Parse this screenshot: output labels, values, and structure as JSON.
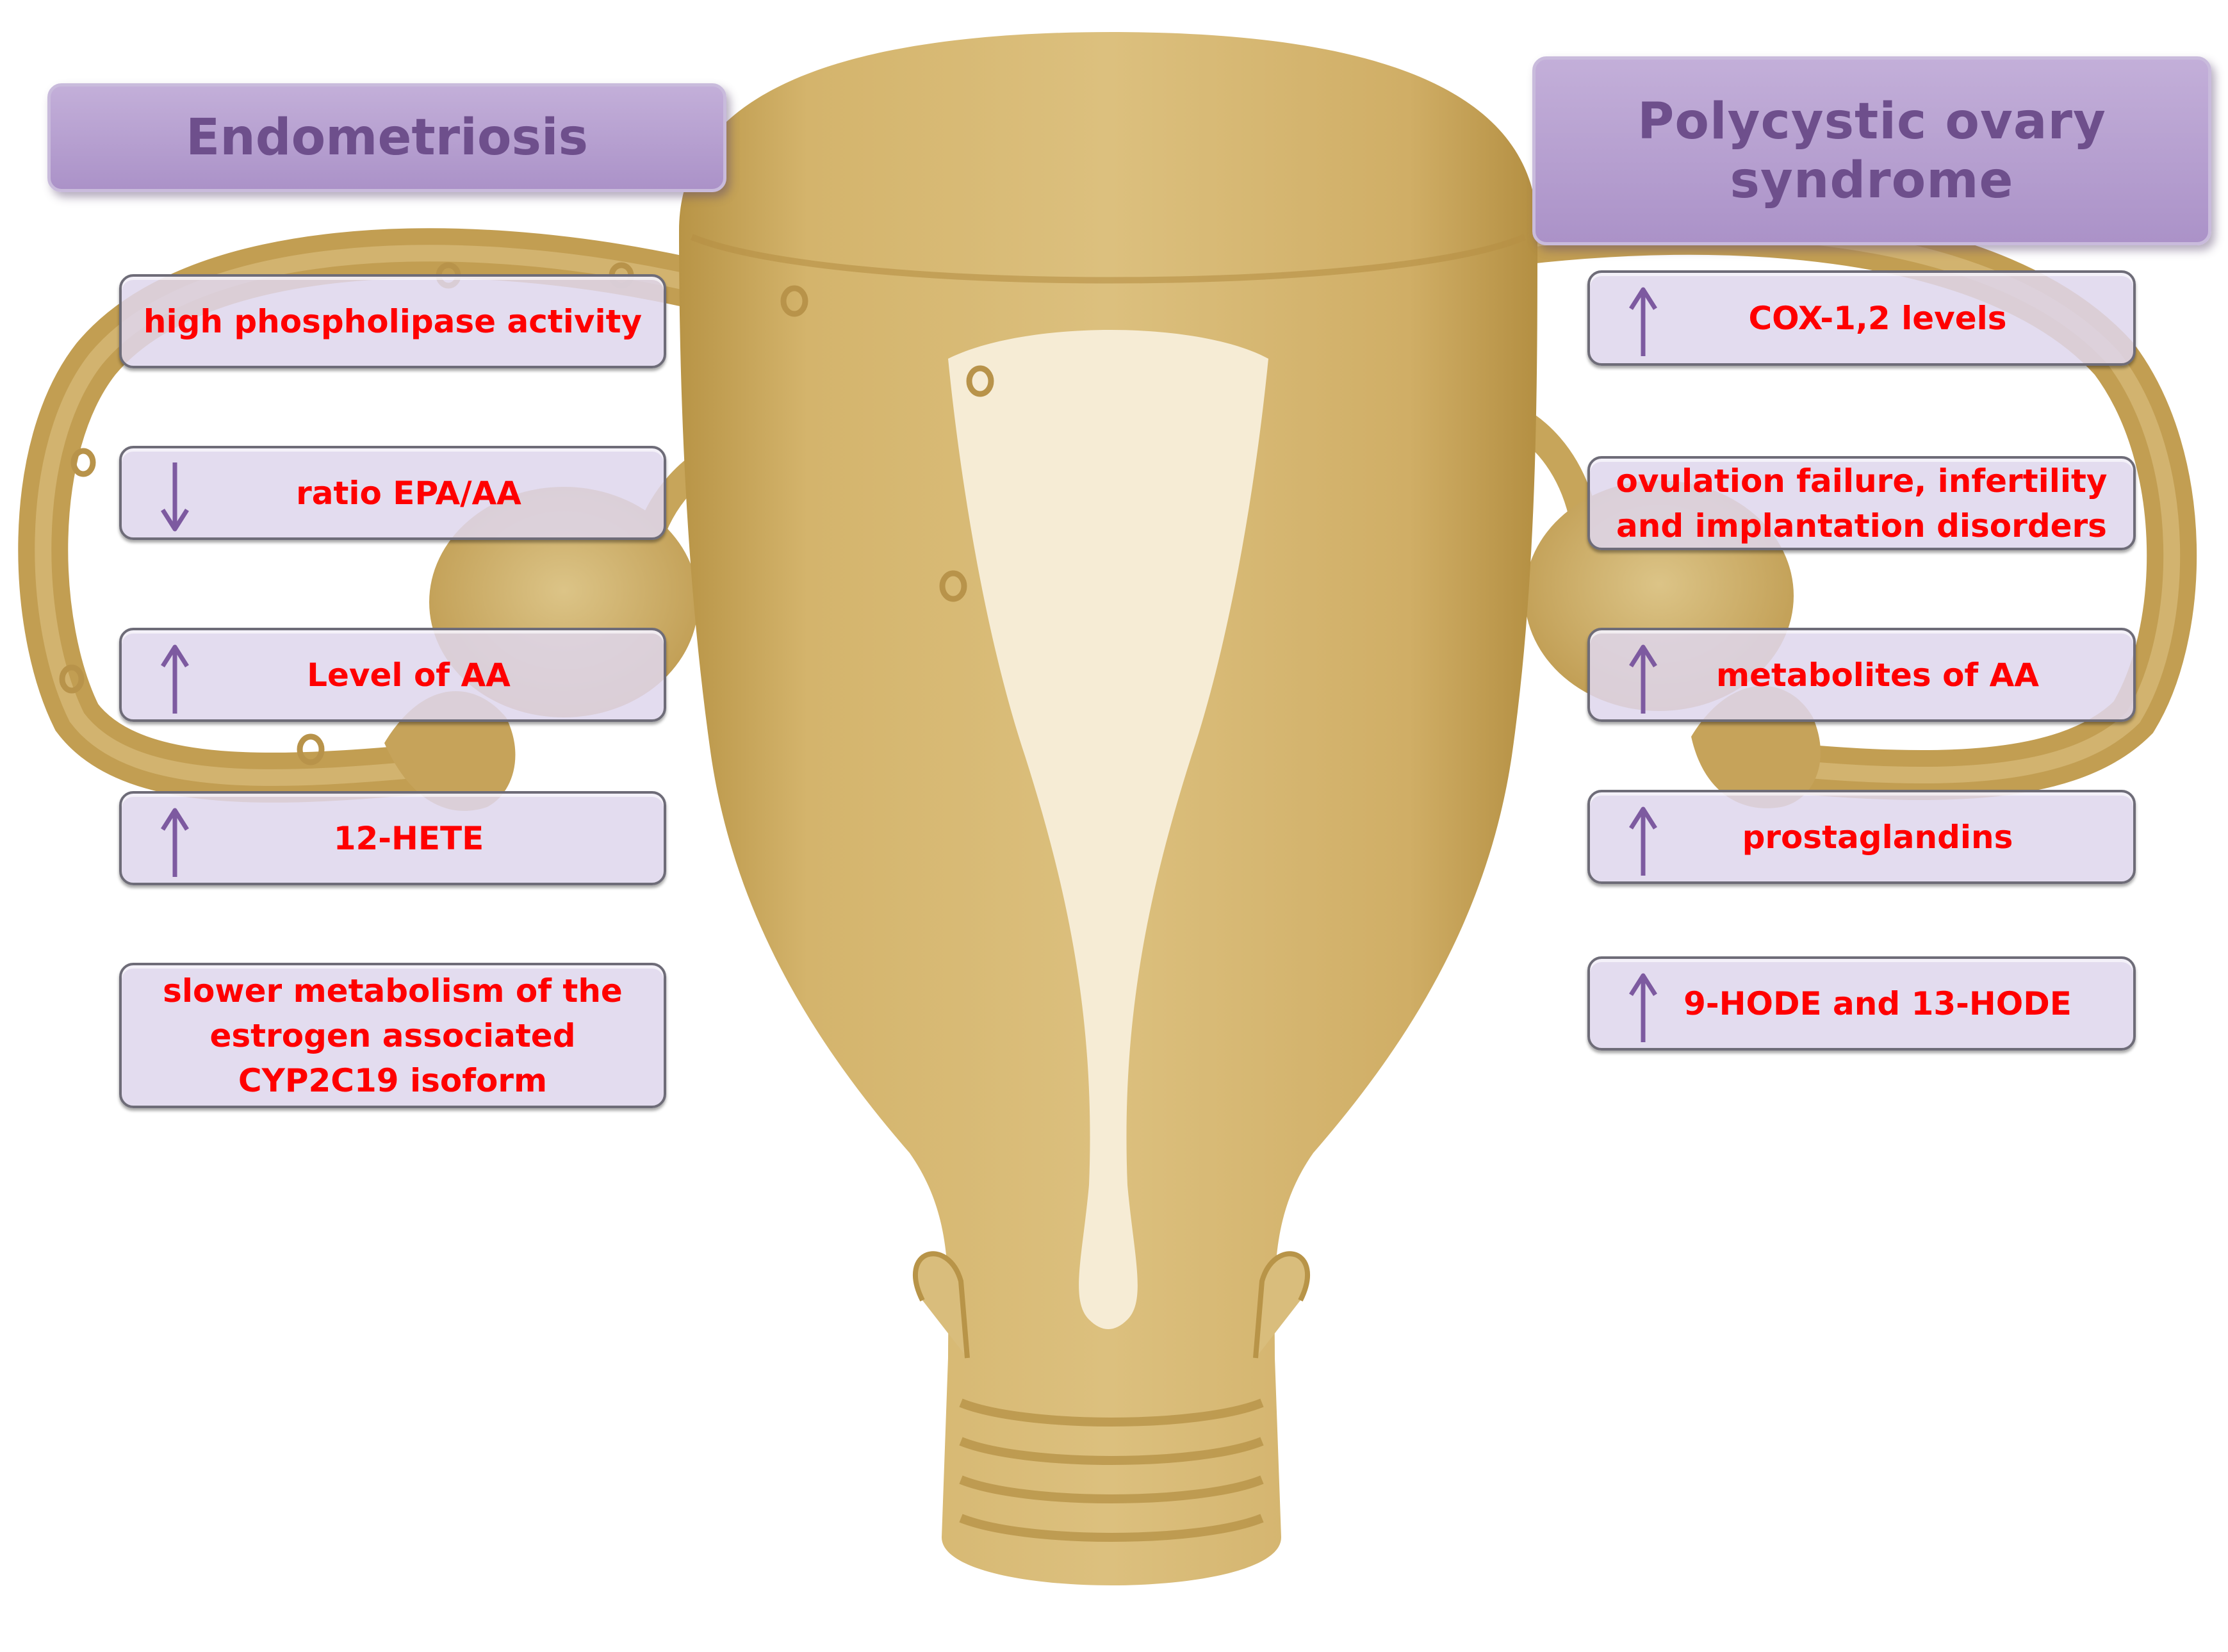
{
  "colors": {
    "anatomy": "#c7a55a",
    "anatomy_light": "#d6b876",
    "cavity": "#f5ead2",
    "header_fill": "#b8a1d3",
    "header_text": "#6e4f8c",
    "box_fill": "#ded6ec",
    "label_text": "#ff0000",
    "arrow": "#7d5aa0"
  },
  "endometriosis": {
    "title": "Endometriosis",
    "items": [
      {
        "label": "high phospholipase activity",
        "arrow": "none"
      },
      {
        "label": "ratio EPA/AA",
        "arrow": "down"
      },
      {
        "label": "Level of AA",
        "arrow": "up"
      },
      {
        "label": "12-HETE",
        "arrow": "up"
      },
      {
        "label": "slower metabolism of the\nestrogen associated\nCYP2C19  isoform",
        "arrow": "none"
      }
    ]
  },
  "pcos": {
    "title": "Polycystic  ovary\nsyndrome",
    "items": [
      {
        "label": "COX-1,2 levels",
        "arrow": "up"
      },
      {
        "label": "ovulation failure, infertility\nand implantation disorders",
        "arrow": "none"
      },
      {
        "label": "metabolites of AA",
        "arrow": "up"
      },
      {
        "label": "prostaglandins",
        "arrow": "up"
      },
      {
        "label": "9-HODE and 13-HODE",
        "arrow": "up"
      }
    ]
  }
}
